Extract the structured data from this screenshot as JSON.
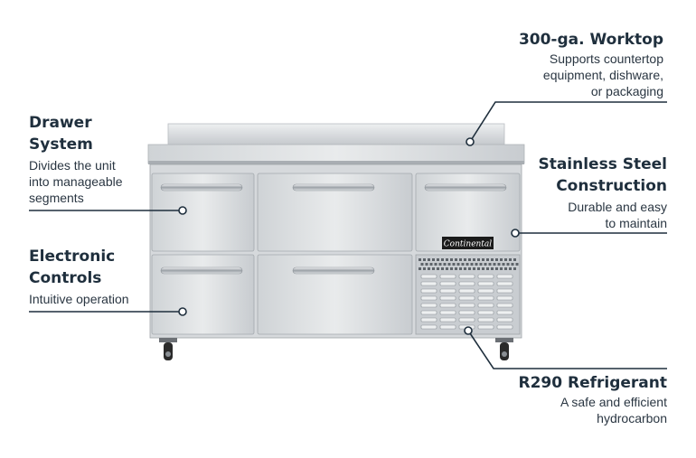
{
  "callouts": {
    "worktop": {
      "title": "300-ga. Worktop",
      "desc": [
        "Supports countertop",
        "equipment, dishware,",
        "or packaging"
      ]
    },
    "drawer": {
      "title": [
        "Drawer",
        "System"
      ],
      "desc": [
        "Divides the unit",
        "into manageable",
        "segments"
      ]
    },
    "steel": {
      "title": [
        "Stainless Steel",
        "Construction"
      ],
      "desc": [
        "Durable and easy",
        "to maintain"
      ]
    },
    "controls": {
      "title": [
        "Electronic",
        "Controls"
      ],
      "desc": [
        "Intuitive operation"
      ]
    },
    "refrigerant": {
      "title": "R290 Refrigerant",
      "desc": [
        "A safe and efficient",
        "hydrocarbon"
      ]
    }
  },
  "unit": {
    "brand_logo": "Continental"
  },
  "colors": {
    "text": "#1f2f3d",
    "leader": "#1f2f3d",
    "steel_light": "#e4e6e8",
    "steel_mid": "#c9cdd1",
    "steel_dark": "#8e949a"
  }
}
